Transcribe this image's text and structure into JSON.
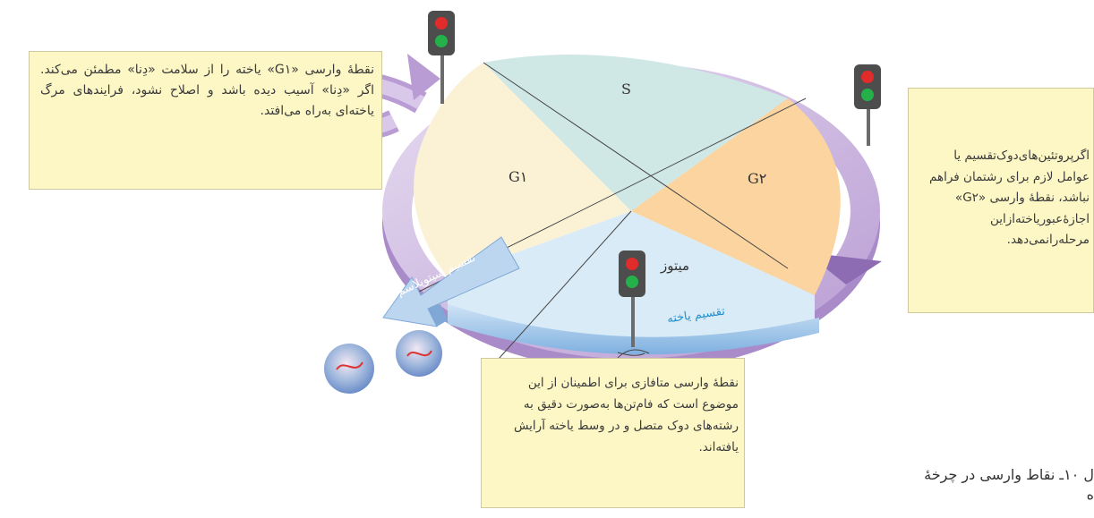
{
  "notes": {
    "g1": "نقطهٔ وارسی «G۱» یاخته را از سلامت «دِنا» مطمئن می‌کند. اگر «دِنا» آسیب دیده باشد و اصلاح نشود، فرایندهای مرگ یاخته‌ای به‌راه می‌افتد.",
    "g2": "اگرپروتئین‌های‌دوک‌تقسیم یا عوامل لازم برای رشتمان فراهم نباشد، نقطهٔ وارسی «G۲» اجازهٔ‌عبوریاخته‌ازاین مرحله‌رانمی‌دهد.",
    "metaphase": "نقطهٔ وارسی متافازی برای اطمینان از این موضوع است که فام‌تن‌ها به‌صورت دقیق به رشته‌های دوک متصل و در وسط یاخته آرایش یافته‌اند."
  },
  "phases": {
    "s": "S",
    "g1": "G۱",
    "g2": "G۲",
    "mitosis": "میتوز"
  },
  "arrows": {
    "cell_division": "تقسیم یاخته",
    "cytokinesis": "تقسیم سیتوپلاسم"
  },
  "caption": {
    "line1": "ل ۱۰ـ نقاط وارسی در چرخهٔ",
    "line2": "ه"
  },
  "colors": {
    "s_sector": "#cfe8e6",
    "g1_sector": "#fbf2d6",
    "g2_sector": "#fbd4a0",
    "mitosis_sector": "#d9ebf6",
    "outer_ring": "#cdb7df",
    "outer_ring_dark": "#8e6cb3",
    "division_ring": "#a3c6ea",
    "label_blue": "#2a9ad0",
    "note_bg": "#fdf7c6"
  }
}
